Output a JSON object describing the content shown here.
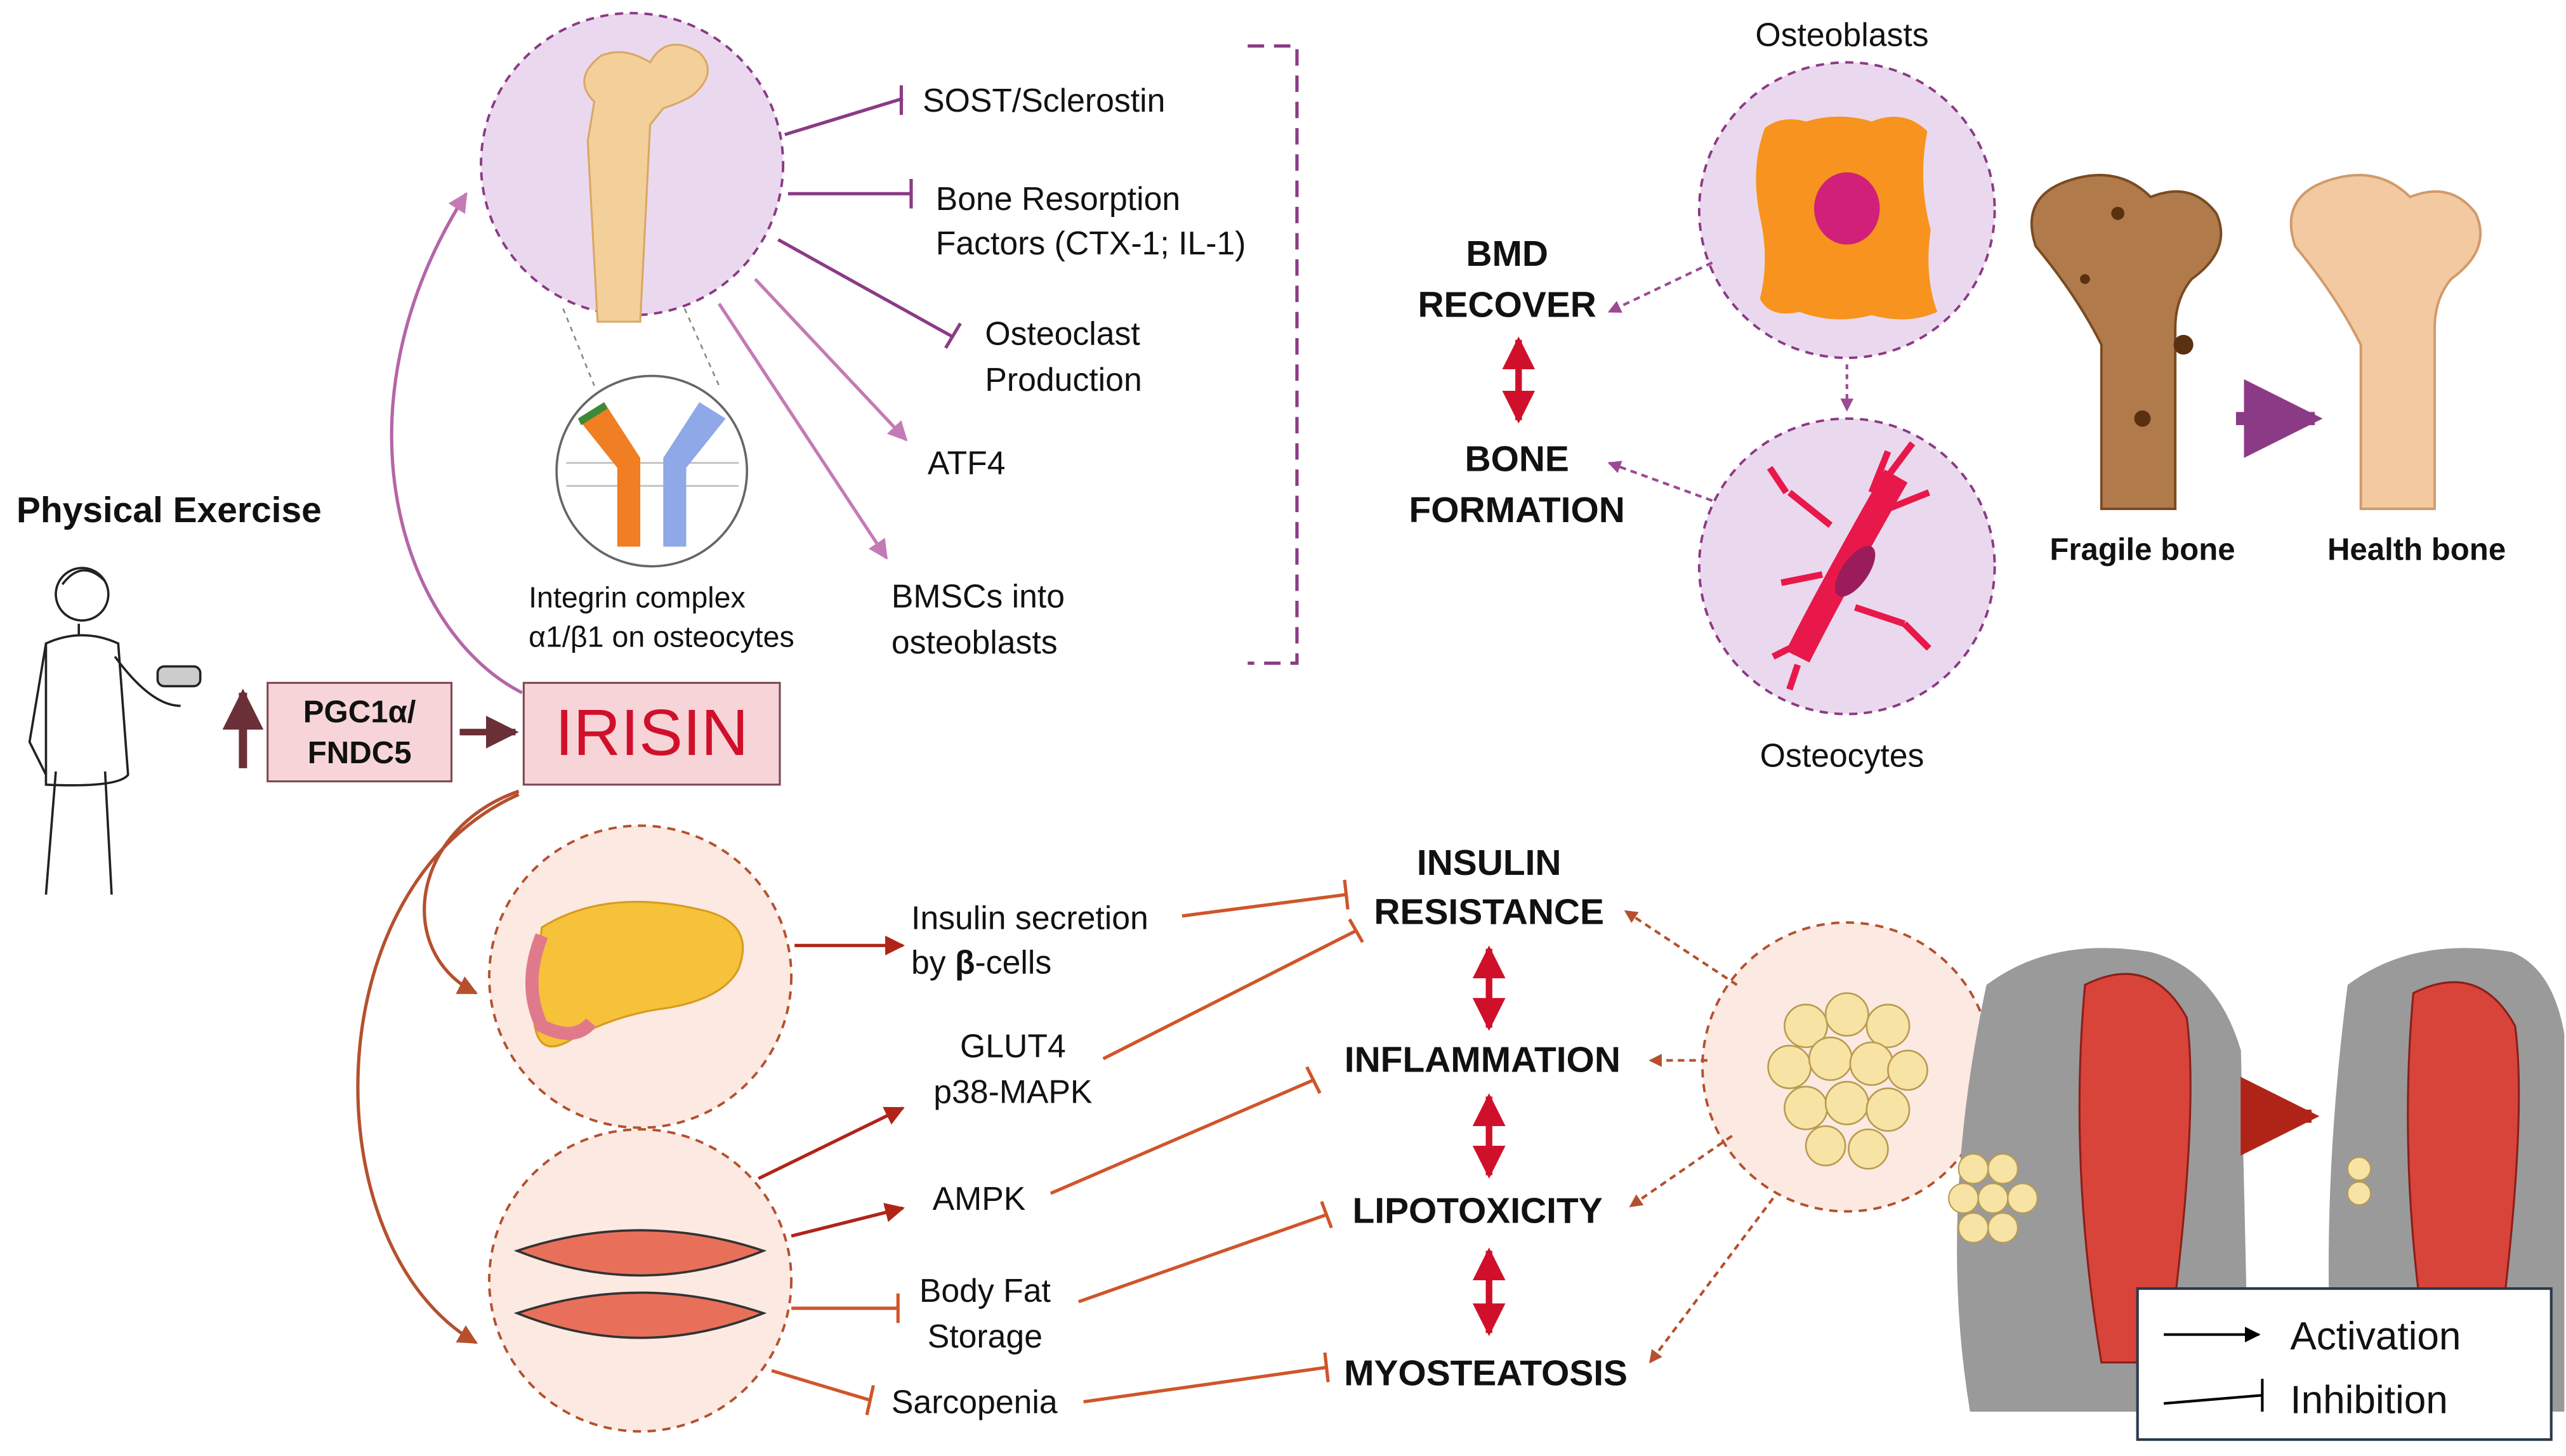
{
  "exercise": {
    "title": "Physical Exercise"
  },
  "pathway": {
    "pgc_line1": "PGC1α/",
    "pgc_line2": "FNDC5",
    "irisin": "IRISIN"
  },
  "bone_branch": {
    "integrin_line1": "Integrin complex",
    "integrin_line2": "α1/β1 on osteocytes",
    "targets": {
      "sost": "SOST/Sclerostin",
      "resorption_l1": "Bone Resorption",
      "resorption_l2": "Factors (CTX-1; IL-1)",
      "osteoclast_l1": "Osteoclast",
      "osteoclast_l2": "Production",
      "atf4": "ATF4",
      "bmsc_l1": "BMSCs into",
      "bmsc_l2": "osteoblasts"
    },
    "outcomes": {
      "bmd_l1": "BMD",
      "bmd_l2": "RECOVER",
      "formation_l1": "BONE",
      "formation_l2": "FORMATION"
    },
    "cells": {
      "osteoblasts": "Osteoblasts",
      "osteocytes": "Osteocytes"
    },
    "bones": {
      "fragile": "Fragile bone",
      "healthy": "Health bone"
    }
  },
  "metabolic_branch": {
    "pancreas_targets": {
      "insulin_l1": "Insulin secretion",
      "insulin_l2a": "by ",
      "insulin_l2b": "β",
      "insulin_l2c": "-cells"
    },
    "muscle_targets": {
      "glut4": "GLUT4",
      "p38": "p38-MAPK",
      "ampk": "AMPK",
      "bodyfat_l1": "Body Fat",
      "bodyfat_l2": "Storage",
      "sarcopenia": "Sarcopenia"
    },
    "outcomes": {
      "insulin_res_l1": "INSULIN",
      "insulin_res_l2": "RESISTANCE",
      "inflammation": "INFLAMMATION",
      "lipotoxicity": "LIPOTOXICITY",
      "myosteatosis": "MYOSTEATOSIS"
    }
  },
  "legend": {
    "activation": "Activation",
    "inhibition": "Inhibition"
  },
  "colors": {
    "bone_purple": "#7b2a73",
    "bone_light": "#b565a7",
    "metabolic_red": "#b02418",
    "metabolic_orange": "#d0552a",
    "irisin_red": "#d0102a",
    "box_fill": "#f6d4d8",
    "circle_purple_fill": "#ead9ee",
    "circle_peach_fill": "#fbe9e2"
  }
}
